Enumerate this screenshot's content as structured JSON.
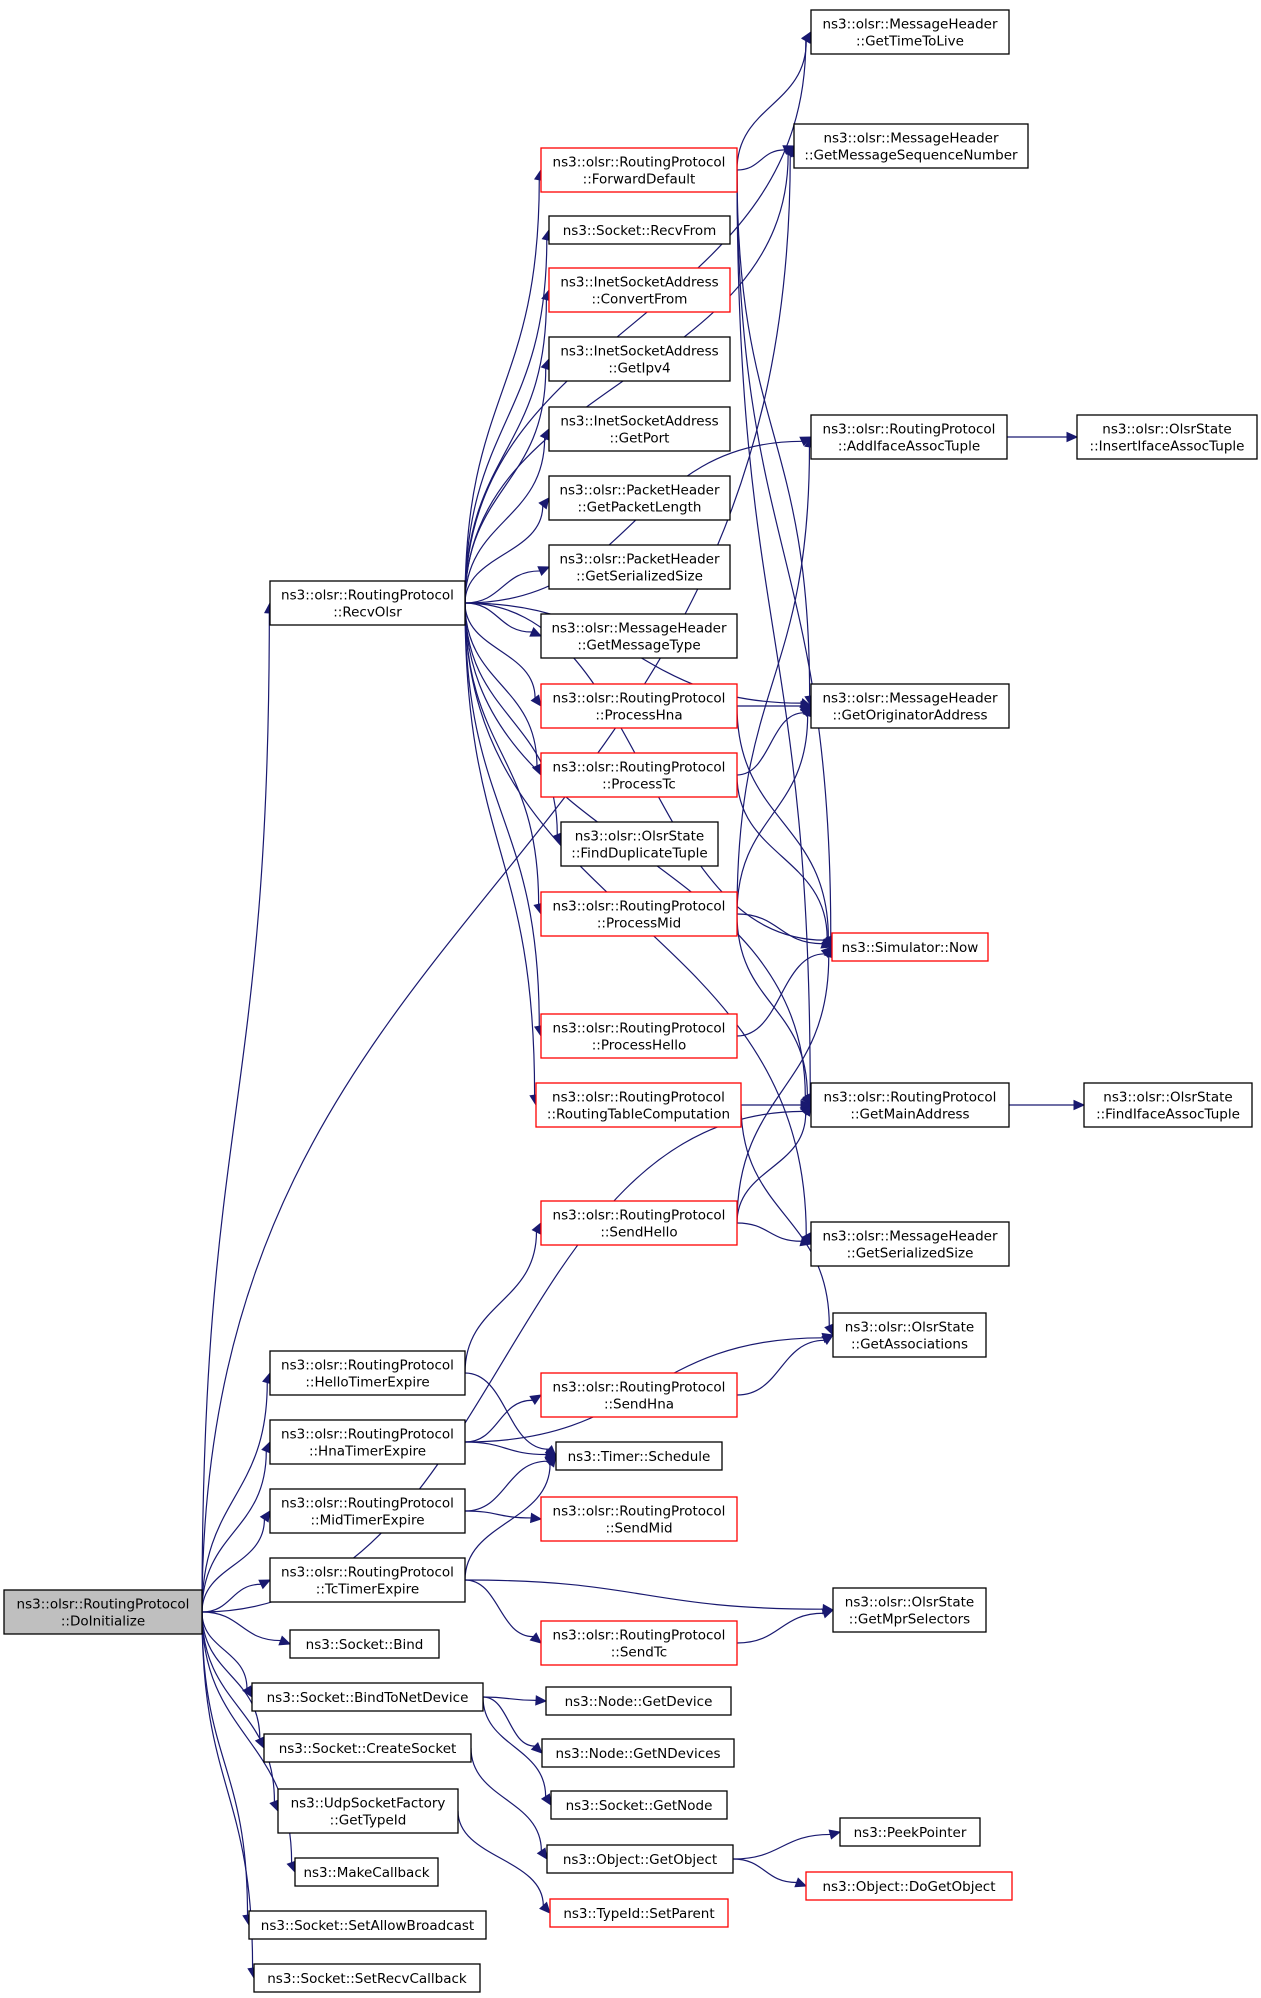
{
  "colors": {
    "edge": "#191970",
    "border_normal": "#000000",
    "border_truncated": "#ff0000",
    "root_fill": "#bfbfbf",
    "node_fill": "#ffffff"
  },
  "nodes": [
    {
      "id": "doinit",
      "lines": [
        "ns3::olsr::RoutingProtocol",
        "::DoInitialize"
      ],
      "style": "root"
    },
    {
      "id": "gettimetolive",
      "lines": [
        "ns3::olsr::MessageHeader",
        "::GetTimeToLive"
      ],
      "style": "normal"
    },
    {
      "id": "getmsgseq",
      "lines": [
        "ns3::olsr::MessageHeader",
        "::GetMessageSequenceNumber"
      ],
      "style": "normal"
    },
    {
      "id": "forwarddefault",
      "lines": [
        "ns3::olsr::RoutingProtocol",
        "::ForwardDefault"
      ],
      "style": "truncated"
    },
    {
      "id": "recvfrom",
      "lines": [
        "ns3::Socket::RecvFrom"
      ],
      "style": "normal"
    },
    {
      "id": "convertfrom",
      "lines": [
        "ns3::InetSocketAddress",
        "::ConvertFrom"
      ],
      "style": "truncated"
    },
    {
      "id": "getipv4",
      "lines": [
        "ns3::InetSocketAddress",
        "::GetIpv4"
      ],
      "style": "normal"
    },
    {
      "id": "getport",
      "lines": [
        "ns3::InetSocketAddress",
        "::GetPort"
      ],
      "style": "normal"
    },
    {
      "id": "addifaceassoc",
      "lines": [
        "ns3::olsr::RoutingProtocol",
        "::AddIfaceAssocTuple"
      ],
      "style": "normal"
    },
    {
      "id": "insertifaceassoc",
      "lines": [
        "ns3::olsr::OlsrState",
        "::InsertIfaceAssocTuple"
      ],
      "style": "normal"
    },
    {
      "id": "getpacketlength",
      "lines": [
        "ns3::olsr::PacketHeader",
        "::GetPacketLength"
      ],
      "style": "normal"
    },
    {
      "id": "recvolsr",
      "lines": [
        "ns3::olsr::RoutingProtocol",
        "::RecvOlsr"
      ],
      "style": "normal"
    },
    {
      "id": "pktserialsize",
      "lines": [
        "ns3::olsr::PacketHeader",
        "::GetSerializedSize"
      ],
      "style": "normal"
    },
    {
      "id": "getmessagetype",
      "lines": [
        "ns3::olsr::MessageHeader",
        "::GetMessageType"
      ],
      "style": "normal"
    },
    {
      "id": "processhna",
      "lines": [
        "ns3::olsr::RoutingProtocol",
        "::ProcessHna"
      ],
      "style": "truncated"
    },
    {
      "id": "getorigaddr",
      "lines": [
        "ns3::olsr::MessageHeader",
        "::GetOriginatorAddress"
      ],
      "style": "normal"
    },
    {
      "id": "processtc",
      "lines": [
        "ns3::olsr::RoutingProtocol",
        "::ProcessTc"
      ],
      "style": "truncated"
    },
    {
      "id": "findduplicate",
      "lines": [
        "ns3::olsr::OlsrState",
        "::FindDuplicateTuple"
      ],
      "style": "normal"
    },
    {
      "id": "processmid",
      "lines": [
        "ns3::olsr::RoutingProtocol",
        "::ProcessMid"
      ],
      "style": "truncated"
    },
    {
      "id": "simnow",
      "lines": [
        "ns3::Simulator::Now"
      ],
      "style": "truncated"
    },
    {
      "id": "processhello",
      "lines": [
        "ns3::olsr::RoutingProtocol",
        "::ProcessHello"
      ],
      "style": "truncated"
    },
    {
      "id": "rtcomp",
      "lines": [
        "ns3::olsr::RoutingProtocol",
        "::RoutingTableComputation"
      ],
      "style": "truncated"
    },
    {
      "id": "getmainaddr",
      "lines": [
        "ns3::olsr::RoutingProtocol",
        "::GetMainAddress"
      ],
      "style": "normal"
    },
    {
      "id": "findifaceassoc",
      "lines": [
        "ns3::olsr::OlsrState",
        "::FindIfaceAssocTuple"
      ],
      "style": "normal"
    },
    {
      "id": "sendhello",
      "lines": [
        "ns3::olsr::RoutingProtocol",
        "::SendHello"
      ],
      "style": "truncated"
    },
    {
      "id": "msgserialsize",
      "lines": [
        "ns3::olsr::MessageHeader",
        "::GetSerializedSize"
      ],
      "style": "normal"
    },
    {
      "id": "getassociations",
      "lines": [
        "ns3::olsr::OlsrState",
        "::GetAssociations"
      ],
      "style": "normal"
    },
    {
      "id": "hellotimer",
      "lines": [
        "ns3::olsr::RoutingProtocol",
        "::HelloTimerExpire"
      ],
      "style": "normal"
    },
    {
      "id": "sendhna",
      "lines": [
        "ns3::olsr::RoutingProtocol",
        "::SendHna"
      ],
      "style": "truncated"
    },
    {
      "id": "hnatimer",
      "lines": [
        "ns3::olsr::RoutingProtocol",
        "::HnaTimerExpire"
      ],
      "style": "normal"
    },
    {
      "id": "timerschedule",
      "lines": [
        "ns3::Timer::Schedule"
      ],
      "style": "normal"
    },
    {
      "id": "midtimer",
      "lines": [
        "ns3::olsr::RoutingProtocol",
        "::MidTimerExpire"
      ],
      "style": "normal"
    },
    {
      "id": "sendmid",
      "lines": [
        "ns3::olsr::RoutingProtocol",
        "::SendMid"
      ],
      "style": "truncated"
    },
    {
      "id": "tctimer",
      "lines": [
        "ns3::olsr::RoutingProtocol",
        "::TcTimerExpire"
      ],
      "style": "normal"
    },
    {
      "id": "getmprselectors",
      "lines": [
        "ns3::olsr::OlsrState",
        "::GetMprSelectors"
      ],
      "style": "normal"
    },
    {
      "id": "sendtc",
      "lines": [
        "ns3::olsr::RoutingProtocol",
        "::SendTc"
      ],
      "style": "truncated"
    },
    {
      "id": "socketbind",
      "lines": [
        "ns3::Socket::Bind"
      ],
      "style": "normal"
    },
    {
      "id": "bindtonetdevice",
      "lines": [
        "ns3::Socket::BindToNetDevice"
      ],
      "style": "normal"
    },
    {
      "id": "nodegetdevice",
      "lines": [
        "ns3::Node::GetDevice"
      ],
      "style": "normal"
    },
    {
      "id": "createsocket",
      "lines": [
        "ns3::Socket::CreateSocket"
      ],
      "style": "normal"
    },
    {
      "id": "nodegetndevices",
      "lines": [
        "ns3::Node::GetNDevices"
      ],
      "style": "normal"
    },
    {
      "id": "socketgetnode",
      "lines": [
        "ns3::Socket::GetNode"
      ],
      "style": "normal"
    },
    {
      "id": "udpgettypeid",
      "lines": [
        "ns3::UdpSocketFactory",
        "::GetTypeId"
      ],
      "style": "normal"
    },
    {
      "id": "peekpointer",
      "lines": [
        "ns3::PeekPointer"
      ],
      "style": "normal"
    },
    {
      "id": "objgetobject",
      "lines": [
        "ns3::Object::GetObject"
      ],
      "style": "normal"
    },
    {
      "id": "objdogetobject",
      "lines": [
        "ns3::Object::DoGetObject"
      ],
      "style": "truncated"
    },
    {
      "id": "makecallback",
      "lines": [
        "ns3::MakeCallback"
      ],
      "style": "normal"
    },
    {
      "id": "typeidsetparent",
      "lines": [
        "ns3::TypeId::SetParent"
      ],
      "style": "truncated"
    },
    {
      "id": "setallowbroadcast",
      "lines": [
        "ns3::Socket::SetAllowBroadcast"
      ],
      "style": "normal"
    },
    {
      "id": "setrecvcallback",
      "lines": [
        "ns3::Socket::SetRecvCallback"
      ],
      "style": "normal"
    }
  ],
  "edges": [
    [
      "doinit",
      "recvolsr"
    ],
    [
      "doinit",
      "hellotimer"
    ],
    [
      "doinit",
      "hnatimer"
    ],
    [
      "doinit",
      "midtimer"
    ],
    [
      "doinit",
      "tctimer"
    ],
    [
      "doinit",
      "socketbind"
    ],
    [
      "doinit",
      "bindtonetdevice"
    ],
    [
      "doinit",
      "createsocket"
    ],
    [
      "doinit",
      "udpgettypeid"
    ],
    [
      "doinit",
      "makecallback"
    ],
    [
      "doinit",
      "setallowbroadcast"
    ],
    [
      "doinit",
      "setrecvcallback"
    ],
    [
      "doinit",
      "getmsgseq"
    ],
    [
      "doinit",
      "getmainaddr"
    ],
    [
      "recvolsr",
      "gettimetolive"
    ],
    [
      "recvolsr",
      "getmsgseq"
    ],
    [
      "recvolsr",
      "forwarddefault"
    ],
    [
      "recvolsr",
      "recvfrom"
    ],
    [
      "recvolsr",
      "convertfrom"
    ],
    [
      "recvolsr",
      "getipv4"
    ],
    [
      "recvolsr",
      "getport"
    ],
    [
      "recvolsr",
      "getpacketlength"
    ],
    [
      "recvolsr",
      "pktserialsize"
    ],
    [
      "recvolsr",
      "getmessagetype"
    ],
    [
      "recvolsr",
      "processhna"
    ],
    [
      "recvolsr",
      "processtc"
    ],
    [
      "recvolsr",
      "findduplicate"
    ],
    [
      "recvolsr",
      "processmid"
    ],
    [
      "recvolsr",
      "processhello"
    ],
    [
      "recvolsr",
      "rtcomp"
    ],
    [
      "recvolsr",
      "addifaceassoc"
    ],
    [
      "recvolsr",
      "getorigaddr"
    ],
    [
      "recvolsr",
      "simnow"
    ],
    [
      "recvolsr",
      "getmainaddr"
    ],
    [
      "recvolsr",
      "msgserialsize"
    ],
    [
      "forwarddefault",
      "gettimetolive"
    ],
    [
      "forwarddefault",
      "getmsgseq"
    ],
    [
      "forwarddefault",
      "getorigaddr"
    ],
    [
      "forwarddefault",
      "simnow"
    ],
    [
      "forwarddefault",
      "getmainaddr"
    ],
    [
      "addifaceassoc",
      "insertifaceassoc"
    ],
    [
      "processhna",
      "getorigaddr"
    ],
    [
      "processhna",
      "simnow"
    ],
    [
      "processtc",
      "getorigaddr"
    ],
    [
      "processtc",
      "simnow"
    ],
    [
      "processmid",
      "addifaceassoc"
    ],
    [
      "processmid",
      "getorigaddr"
    ],
    [
      "processmid",
      "simnow"
    ],
    [
      "processmid",
      "getmainaddr"
    ],
    [
      "processhello",
      "simnow"
    ],
    [
      "rtcomp",
      "getmainaddr"
    ],
    [
      "rtcomp",
      "getassociations"
    ],
    [
      "getmainaddr",
      "findifaceassoc"
    ],
    [
      "sendhello",
      "getmainaddr"
    ],
    [
      "sendhello",
      "simnow"
    ],
    [
      "sendhello",
      "msgserialsize"
    ],
    [
      "hellotimer",
      "sendhello"
    ],
    [
      "hellotimer",
      "timerschedule"
    ],
    [
      "hnatimer",
      "sendhna"
    ],
    [
      "hnatimer",
      "timerschedule"
    ],
    [
      "hnatimer",
      "getassociations"
    ],
    [
      "sendhna",
      "getassociations"
    ],
    [
      "midtimer",
      "sendmid"
    ],
    [
      "midtimer",
      "timerschedule"
    ],
    [
      "tctimer",
      "timerschedule"
    ],
    [
      "tctimer",
      "getmprselectors"
    ],
    [
      "tctimer",
      "sendtc"
    ],
    [
      "sendtc",
      "getmprselectors"
    ],
    [
      "bindtonetdevice",
      "nodegetdevice"
    ],
    [
      "bindtonetdevice",
      "nodegetndevices"
    ],
    [
      "bindtonetdevice",
      "socketgetnode"
    ],
    [
      "createsocket",
      "objgetobject"
    ],
    [
      "udpgettypeid",
      "typeidsetparent"
    ],
    [
      "objgetobject",
      "peekpointer"
    ],
    [
      "objgetobject",
      "objdogetobject"
    ]
  ]
}
